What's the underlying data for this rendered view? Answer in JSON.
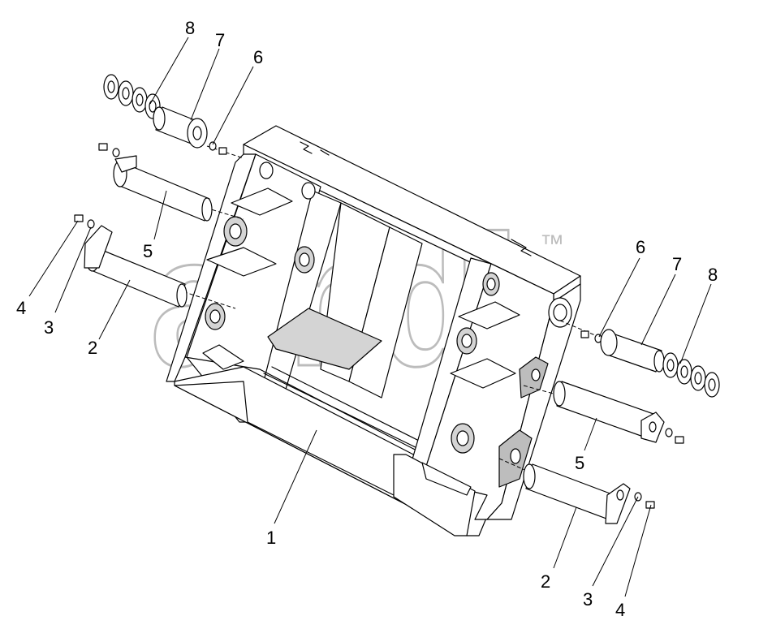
{
  "watermark": {
    "text": "amdb",
    "trademark": "™"
  },
  "callouts": [
    {
      "id": "c1",
      "label": "1"
    },
    {
      "id": "c2-left",
      "label": "2"
    },
    {
      "id": "c3-left",
      "label": "3"
    },
    {
      "id": "c4-left",
      "label": "4"
    },
    {
      "id": "c5-left",
      "label": "5"
    },
    {
      "id": "c6-left",
      "label": "6"
    },
    {
      "id": "c7-left",
      "label": "7"
    },
    {
      "id": "c8-left",
      "label": "8"
    },
    {
      "id": "c2-right",
      "label": "2"
    },
    {
      "id": "c3-right",
      "label": "3"
    },
    {
      "id": "c4-right",
      "label": "4"
    },
    {
      "id": "c5-right",
      "label": "5"
    },
    {
      "id": "c6-right",
      "label": "6"
    },
    {
      "id": "c7-right",
      "label": "7"
    },
    {
      "id": "c8-right",
      "label": "8"
    }
  ],
  "colors": {
    "line": "#000000",
    "watermark": "#bcbcbc",
    "background": "#ffffff"
  }
}
